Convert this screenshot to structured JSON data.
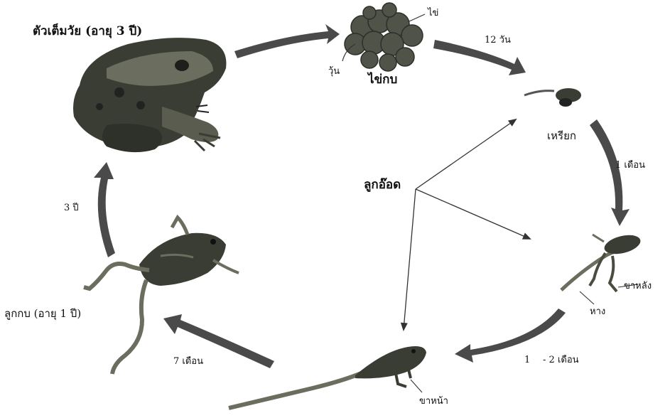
{
  "stages": {
    "adult_frog": "ตัวเต็มวัย (อายุ 3 ปี)",
    "eggs": "ไข่กบ",
    "tadpole_hatchling": "เหรียก",
    "young_frog": "ลูกกบ (อายุ 1 ปี)",
    "tadpole": "ลูกอ๊อด"
  },
  "parts": {
    "egg": "ไข่",
    "jelly": "วุ้น",
    "hind_legs": "ขาหลัง",
    "tail": "หาง",
    "front_legs": "ขาหน้า"
  },
  "durations": {
    "eggs_to_hatchling": "12 วัน",
    "hatchling_to_hindlegs": "1 เดือน",
    "hindlegs_to_frontlegs_a": "1",
    "hindlegs_to_frontlegs_b": "- 2 เดือน",
    "frontlegs_to_young": "7 เดือน",
    "young_to_adult": "3 ปี"
  },
  "colors": {
    "arrow": "#4a4a4a",
    "frog_dark": "#3a3d33",
    "frog_mid": "#6b6d5e",
    "frog_light": "#a9a99c",
    "egg": "#4f5348"
  }
}
